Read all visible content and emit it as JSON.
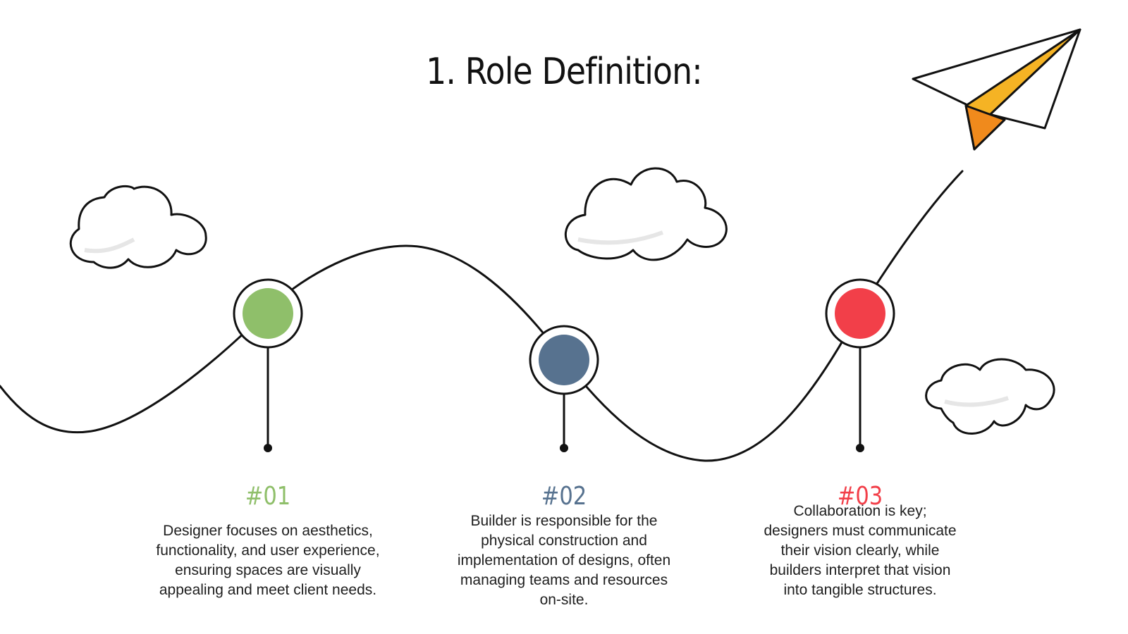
{
  "slide": {
    "title": "1. Role Definition:"
  },
  "milestones": [
    {
      "number": "#01",
      "color": "#8fbf6a",
      "text": "Designer focuses on aesthetics, functionality, and user experience, ensuring spaces are visually appealing and meet client needs."
    },
    {
      "number": "#02",
      "color": "#57728f",
      "text": "Builder is responsible for the physical construction and implementation of designs, often managing teams and resources on-site."
    },
    {
      "number": "#03",
      "color": "#f23f49",
      "text": "Collaboration is key; designers must communicate their vision clearly, while builders interpret that vision into tangible structures."
    }
  ],
  "decorations": {
    "clouds": [
      "cloud-icon",
      "cloud-icon",
      "cloud-icon"
    ],
    "plane": "paper-plane-icon",
    "plane_colors": [
      "#f5b324",
      "#f08a1c"
    ]
  }
}
